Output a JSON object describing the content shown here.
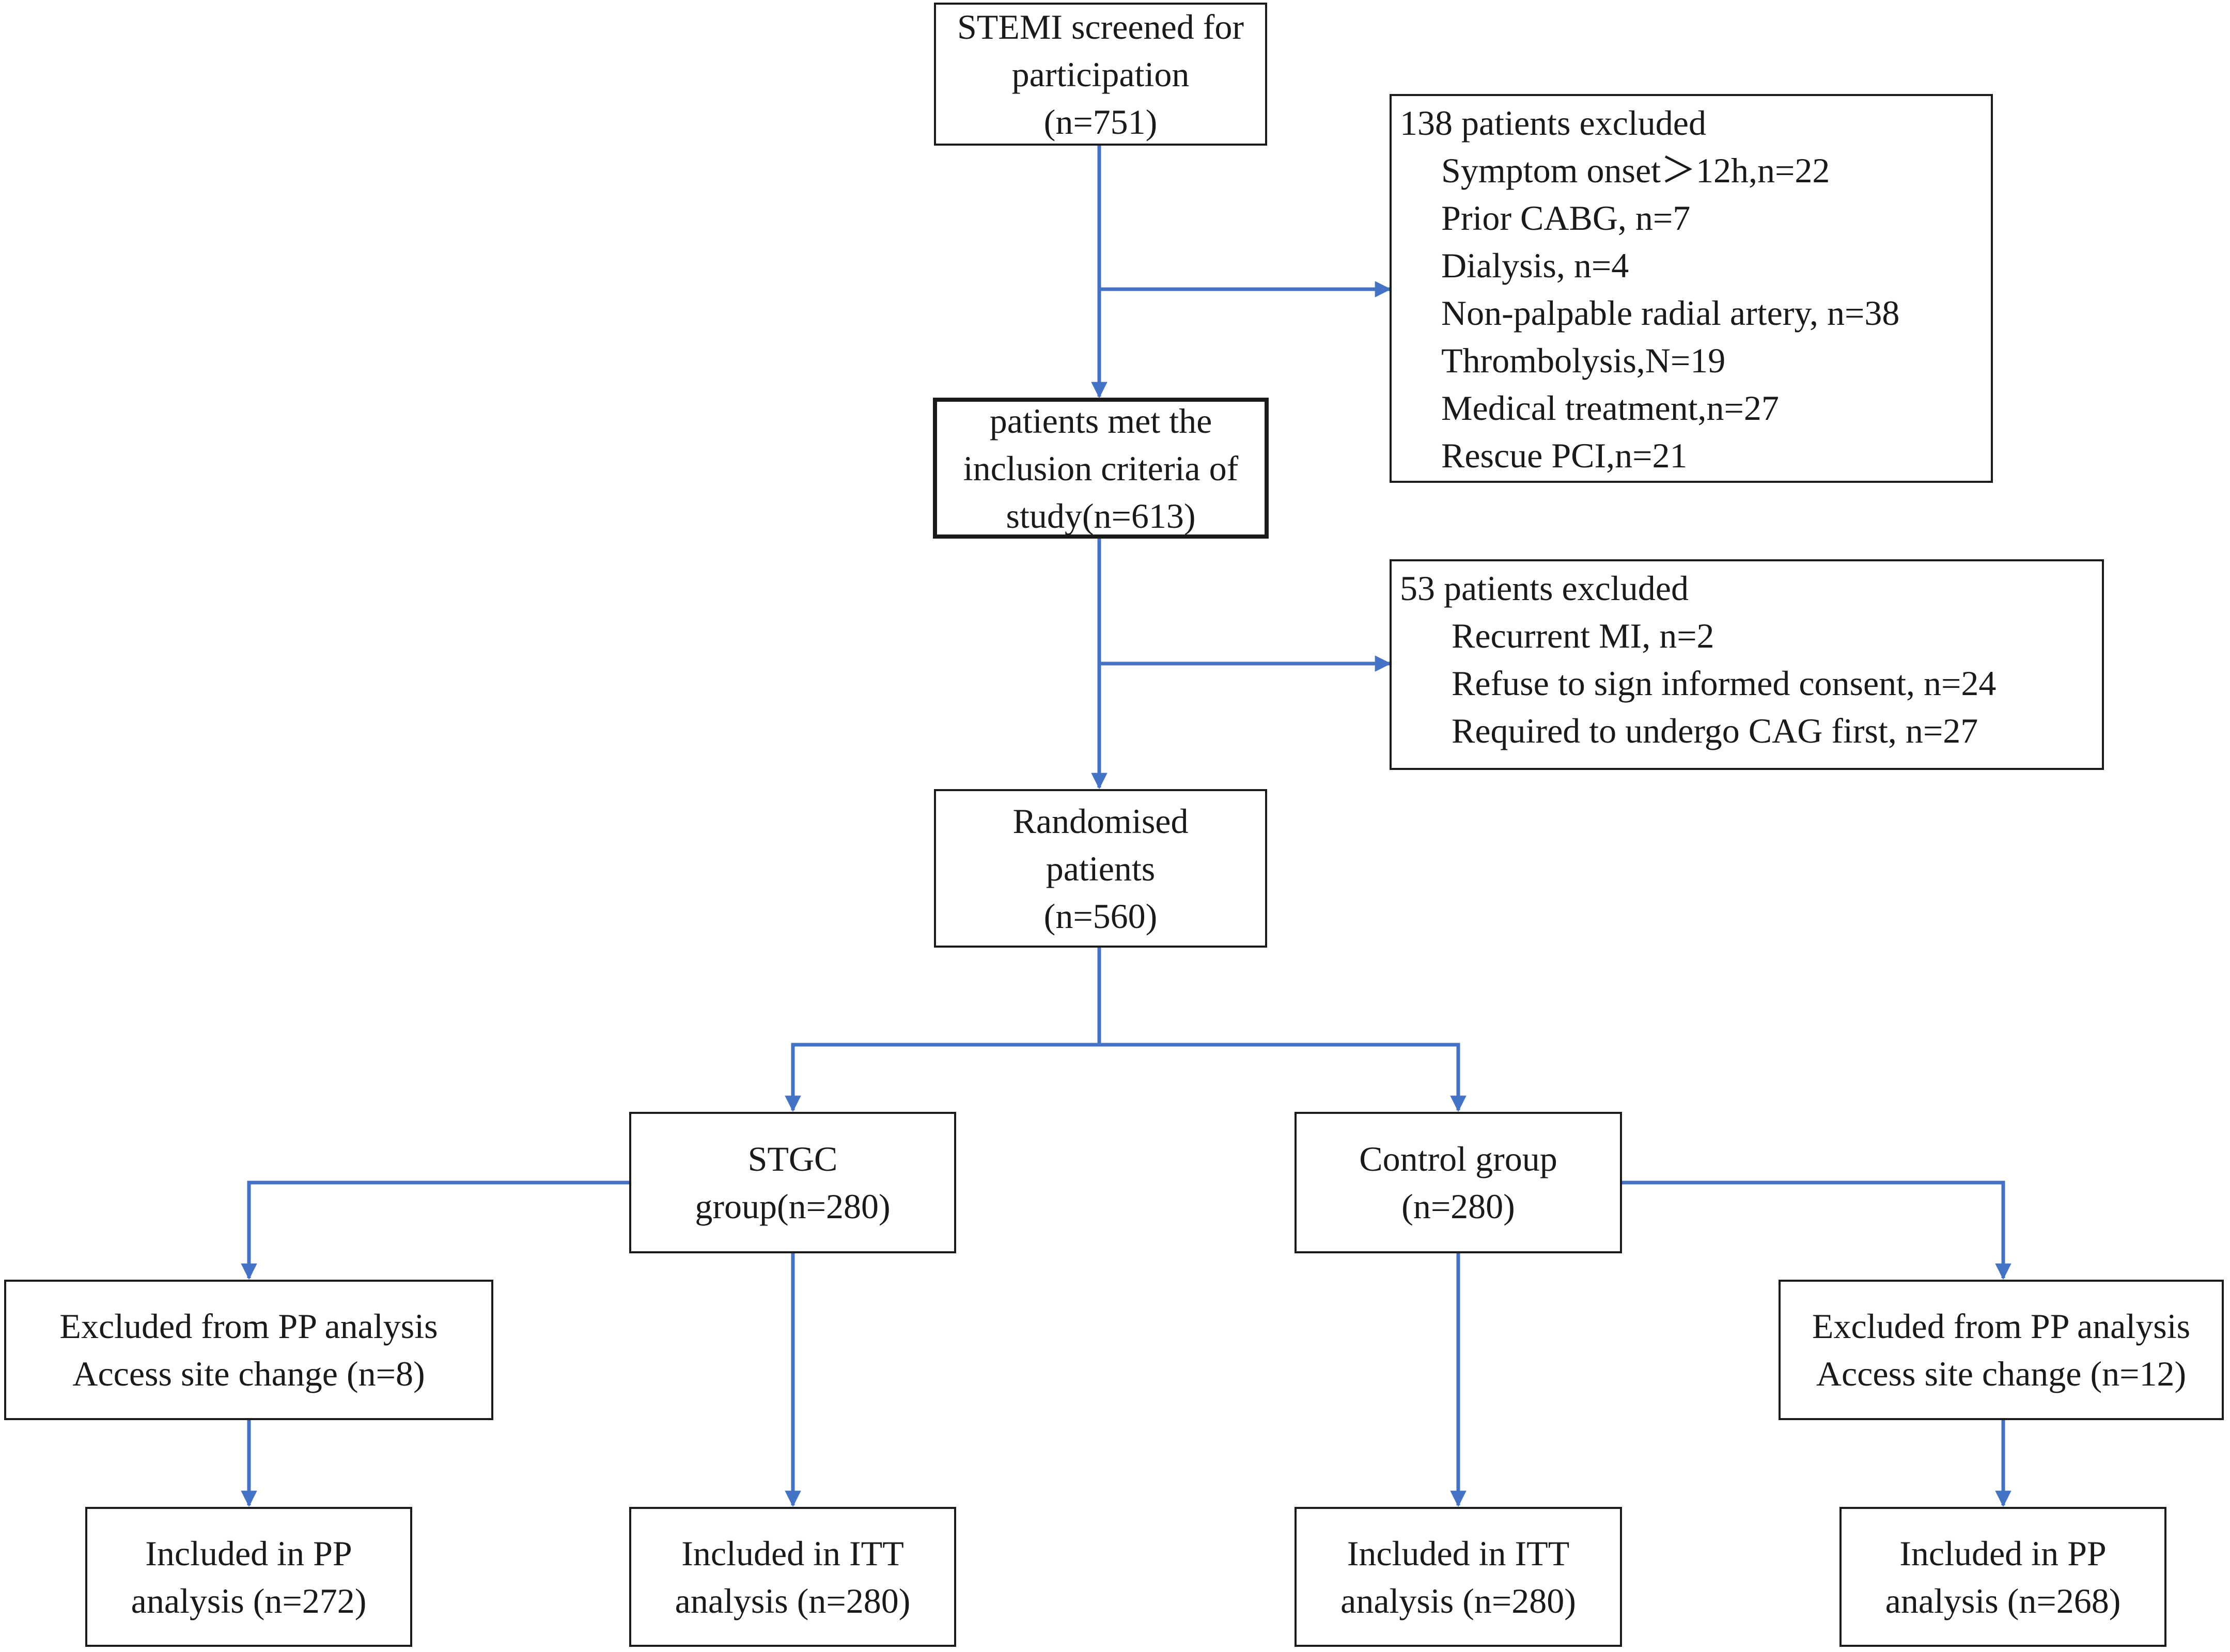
{
  "screened": {
    "lines": [
      "STEMI screened for",
      "participation",
      "(n=751)"
    ]
  },
  "excluded1": {
    "header": "138 patients excluded",
    "items": [
      "Symptom onset＞12h,n=22",
      "Prior CABG, n=7",
      "Dialysis, n=4",
      "Non-palpable radial artery, n=38",
      "Thrombolysis,N=19",
      "Medical treatment,n=27",
      "Rescue PCI,n=21"
    ]
  },
  "inclusion": {
    "lines": [
      "patients met the",
      "inclusion criteria of",
      "study(n=613)"
    ]
  },
  "excluded2": {
    "header": "53 patients excluded",
    "items": [
      "Recurrent MI, n=2",
      "Refuse to sign informed consent, n=24",
      "Required to undergo CAG first, n=27"
    ]
  },
  "randomised": {
    "lines": [
      "Randomised",
      "patients",
      "(n=560)"
    ]
  },
  "stgc": {
    "lines": [
      "STGC",
      "group(n=280)"
    ]
  },
  "control": {
    "lines": [
      "Control group",
      "(n=280)"
    ]
  },
  "excluded_pp_left": {
    "lines": [
      "Excluded from PP analysis",
      "Access site change (n=8)"
    ]
  },
  "excluded_pp_right": {
    "lines": [
      "Excluded from PP analysis",
      "Access site change (n=12)"
    ]
  },
  "pp_left": {
    "lines": [
      "Included in PP",
      "analysis (n=272)"
    ]
  },
  "itt_left": {
    "lines": [
      "Included in ITT",
      "analysis (n=280)"
    ]
  },
  "itt_right": {
    "lines": [
      "Included in ITT",
      "analysis (n=280)"
    ]
  },
  "pp_right": {
    "lines": [
      "Included in PP",
      "analysis (n=268)"
    ]
  },
  "colors": {
    "arrow": "#4472c4",
    "border": "#1a1a1a"
  }
}
